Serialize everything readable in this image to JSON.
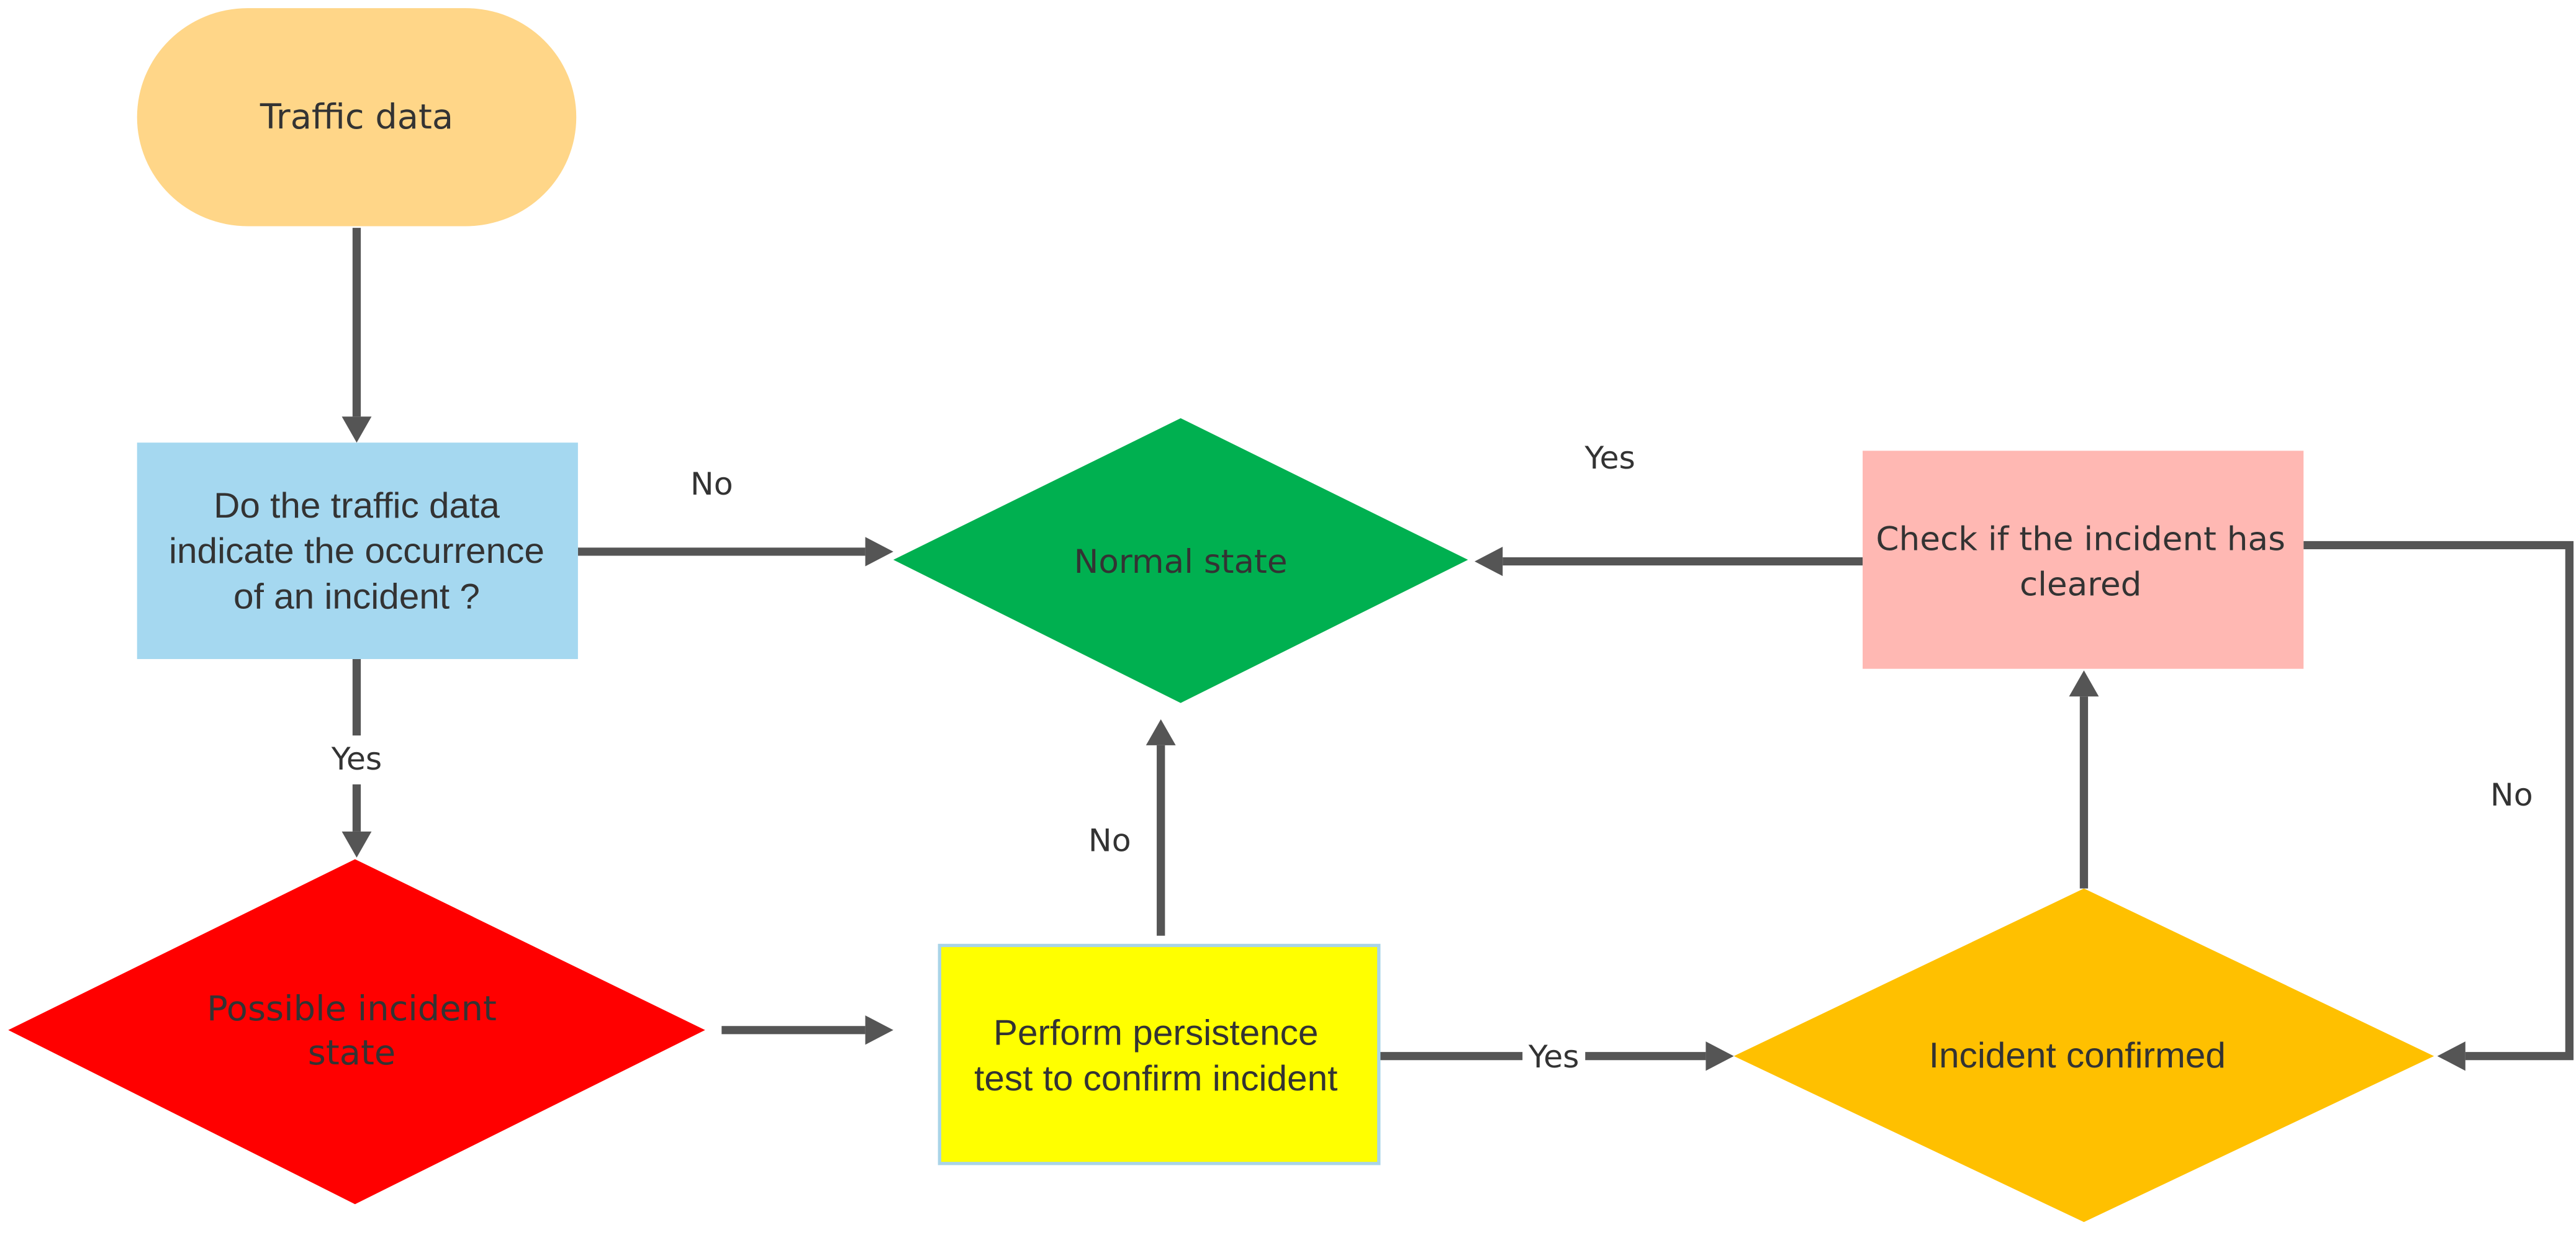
{
  "nodes": {
    "traffic_data": {
      "text": "Traffic data",
      "color": "#FFD688"
    },
    "check_data": {
      "lines": [
        "Do the traffic data",
        "indicate the occurrence",
        "of an incident ?"
      ],
      "color": "#A5D8F0"
    },
    "normal_state": {
      "text": "Normal state",
      "color": "#00B050"
    },
    "possible_incident": {
      "lines": [
        "Possible incident",
        "state"
      ],
      "color": "#FF0000"
    },
    "persistence_test": {
      "lines": [
        "Perform persistence",
        "test to confirm incident"
      ],
      "color": "#FFFF00"
    },
    "incident_confirmed": {
      "text": "Incident confirmed",
      "color": "#FFC000"
    },
    "check_cleared": {
      "lines": [
        "Check if the incident has",
        "cleared"
      ],
      "color": "#FFB8B3"
    }
  },
  "edges": {
    "check_to_normal": {
      "label": "No"
    },
    "check_to_possible": {
      "label": "Yes"
    },
    "test_to_normal": {
      "label": "No"
    },
    "test_to_confirmed": {
      "label": "Yes"
    },
    "cleared_to_normal": {
      "label": "Yes"
    },
    "cleared_to_confirmed": {
      "label": "No"
    }
  }
}
